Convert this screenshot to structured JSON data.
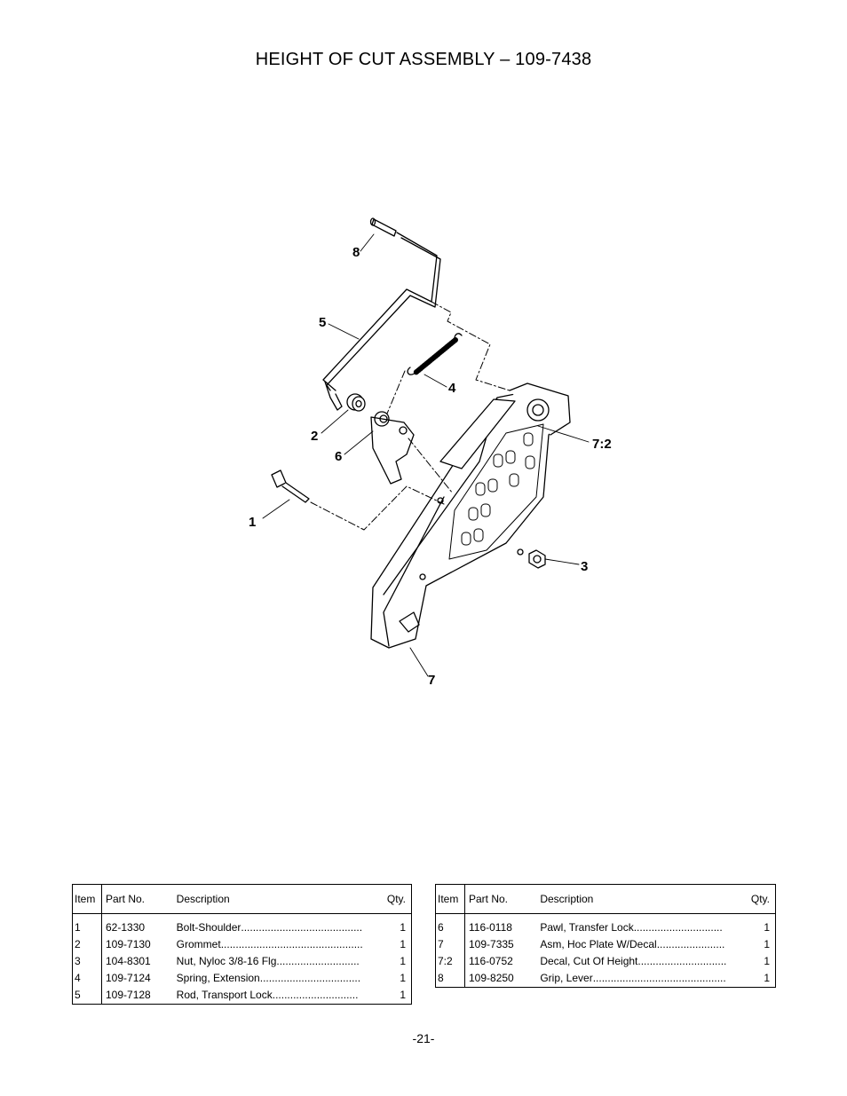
{
  "page": {
    "title": "HEIGHT OF CUT ASSEMBLY – 109-7438",
    "page_number": "-21-"
  },
  "diagram": {
    "callouts": [
      "8",
      "5",
      "4",
      "2",
      "6",
      "1",
      "7:2",
      "3",
      "7"
    ]
  },
  "parts_table_left": {
    "headers": {
      "item": "Item",
      "part_no": "Part No.",
      "description": "Description",
      "qty": "Qty."
    },
    "rows": [
      {
        "item": "1",
        "part_no": "62-1330",
        "description": "Bolt-Shoulder",
        "qty": "1"
      },
      {
        "item": "2",
        "part_no": "109-7130",
        "description": "Grommet",
        "qty": "1"
      },
      {
        "item": "3",
        "part_no": "104-8301",
        "description": "Nut, Nyloc 3/8-16 Flg",
        "qty": "1"
      },
      {
        "item": "4",
        "part_no": "109-7124",
        "description": "Spring, Extension",
        "qty": "1"
      },
      {
        "item": "5",
        "part_no": "109-7128",
        "description": "Rod, Transport Lock",
        "qty": "1"
      }
    ]
  },
  "parts_table_right": {
    "headers": {
      "item": "Item",
      "part_no": "Part No.",
      "description": "Description",
      "qty": "Qty."
    },
    "rows": [
      {
        "item": "6",
        "part_no": "116-0118",
        "description": "Pawl, Transfer Lock",
        "qty": "1"
      },
      {
        "item": "7",
        "part_no": "109-7335",
        "description": "Asm, Hoc Plate W/Decal",
        "qty": "1"
      },
      {
        "item": "7:2",
        "part_no": "116-0752",
        "description": "Decal, Cut Of Height",
        "qty": "1"
      },
      {
        "item": "8",
        "part_no": "109-8250",
        "description": "Grip, Lever",
        "qty": "1"
      }
    ]
  }
}
